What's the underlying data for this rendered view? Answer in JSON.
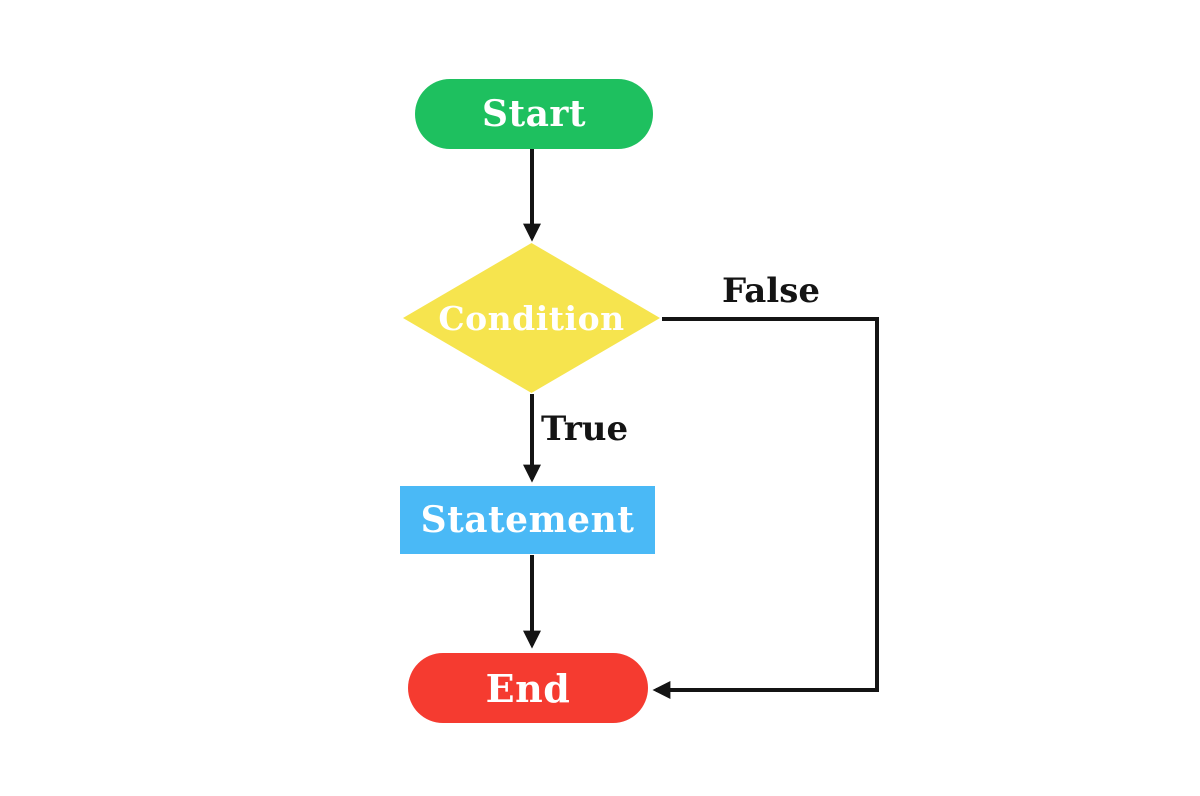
{
  "diagram": {
    "type": "flowchart",
    "background": "#ffffff",
    "line_color": "#141414",
    "nodes": [
      {
        "id": "start",
        "label": "Start",
        "shape": "terminator",
        "fill": "#1ec05f",
        "text_color": "#ffffff"
      },
      {
        "id": "condition",
        "label": "Condition",
        "shape": "decision",
        "fill": "#f6e44e",
        "text_color": "#ffffff"
      },
      {
        "id": "statement",
        "label": "Statement",
        "shape": "process",
        "fill": "#4ab9f6",
        "text_color": "#ffffff"
      },
      {
        "id": "end",
        "label": "End",
        "shape": "terminator",
        "fill": "#f53b30",
        "text_color": "#ffffff"
      }
    ],
    "edges": [
      {
        "from": "start",
        "to": "condition",
        "label": ""
      },
      {
        "from": "condition",
        "to": "statement",
        "label": "True"
      },
      {
        "from": "statement",
        "to": "end",
        "label": ""
      },
      {
        "from": "condition",
        "to": "end",
        "label": "False"
      }
    ]
  }
}
